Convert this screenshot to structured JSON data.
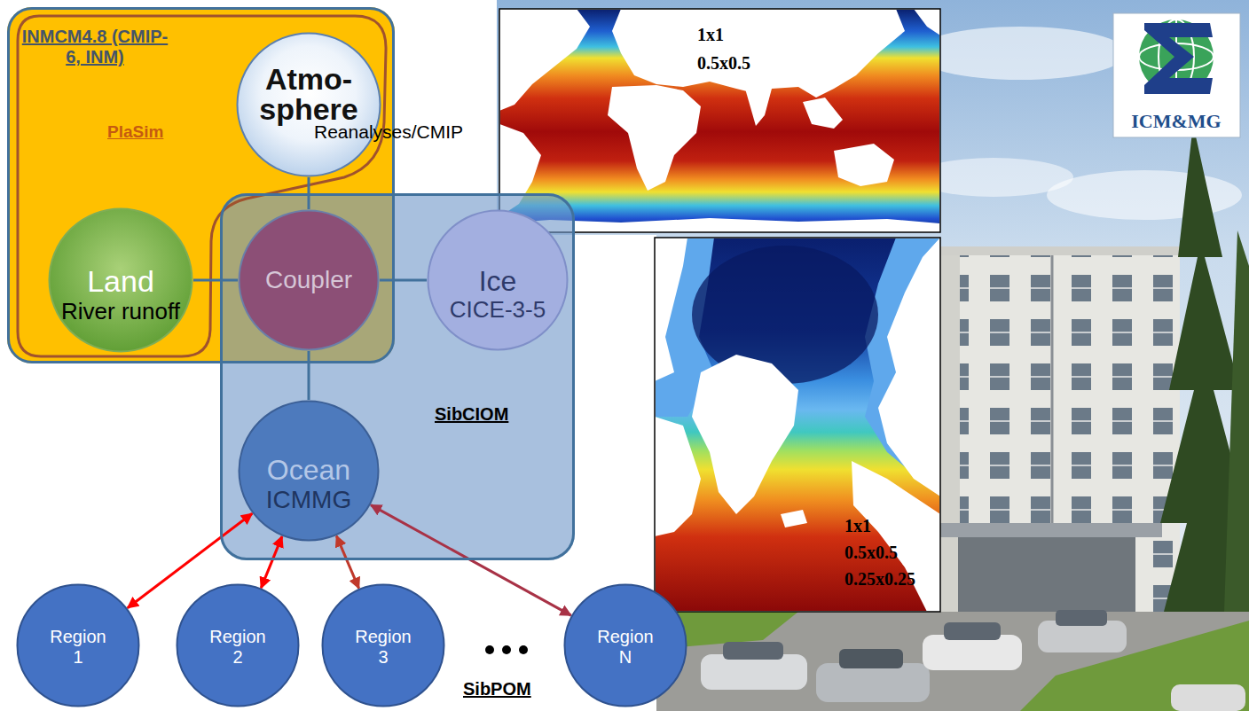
{
  "diagram": {
    "nodes": [
      {
        "text": [
          "INMCM4.8 (CMIP-6, INM)"
        ]
      },
      {
        "text": [
          "Atmo- sphere"
        ],
        "in": 0
      },
      {
        "text": [
          "Land",
          "River runoff"
        ],
        "in": 0
      },
      {
        "text": [
          "SibCIOM"
        ]
      },
      {
        "text": [
          "Coupler"
        ],
        "in": 3
      },
      {
        "text": [
          "Ice",
          "CICE-3-5"
        ],
        "in": 3
      },
      {
        "text": [
          "Ocean",
          "ICMMG"
        ],
        "in": 3
      },
      {
        "text": [
          "Region 1"
        ]
      },
      {
        "text": [
          "Region 2"
        ]
      },
      {
        "text": [
          "Region 3"
        ]
      },
      {
        "text": [
          "Region N"
        ]
      }
    ],
    "edges": [
      {
        "from": 1,
        "to": 4,
        "arrow": "none"
      },
      {
        "from": 2,
        "to": 4,
        "arrow": "none"
      },
      {
        "from": 4,
        "to": 5,
        "arrow": "none"
      },
      {
        "from": 4,
        "to": 6,
        "arrow": "none"
      },
      {
        "from": 6,
        "to": 7,
        "arrow": "both"
      },
      {
        "from": 6,
        "to": 8,
        "arrow": "both"
      },
      {
        "from": 6,
        "to": 9,
        "arrow": "both"
      },
      {
        "from": 6,
        "to": 10,
        "arrow": "both"
      }
    ],
    "labels": [
      "PlaSim",
      "Reanalyses/CMIP",
      "1x1",
      "0.5x0.5",
      "ICM&MG",
      "1x1",
      "0.5x0.5",
      "0.25x0.25",
      "SibPOM"
    ]
  }
}
